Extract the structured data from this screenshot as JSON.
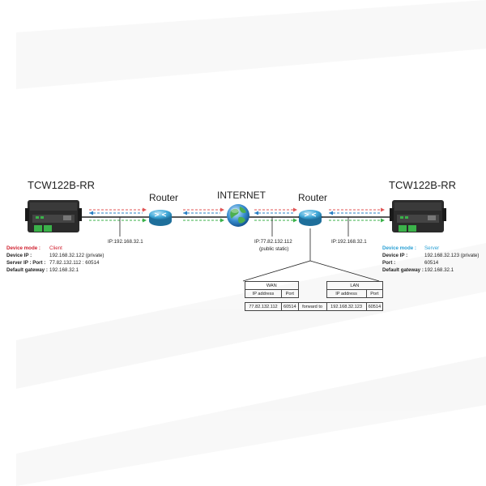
{
  "left_device": {
    "name": "TCW122B-RR",
    "mode_label": "Device mode :",
    "mode_value": "Client",
    "ip_label": "Device IP :",
    "ip_value": "192.168.32.122 (private)",
    "server_label": "Server IP : Port :",
    "server_value": "77.82.132.112 : 60514",
    "gateway_label": "Default gateway :",
    "gateway_value": "192.168.32.1"
  },
  "right_device": {
    "name": "TCW122B-RR",
    "mode_label": "Device mode :",
    "mode_value": "Server",
    "ip_label": "Device IP :",
    "ip_value": "192.168.32.123 (private)",
    "port_label": "Port :",
    "port_value": "60514",
    "gateway_label": "Default gateway :",
    "gateway_value": "192.168.32.1"
  },
  "left_router": {
    "name": "Router",
    "ip": "IP:192.168.32.1"
  },
  "internet": {
    "label": "INTERNET"
  },
  "right_router": {
    "name": "Router",
    "public_ip": "IP:77.82.132.112",
    "public_note": "(public static)",
    "lan_ip": "IP:192.168.32.1"
  },
  "forward_table": {
    "wan_header": "WAN",
    "lan_header": "LAN",
    "col_ip": "IP address",
    "col_port": "Port",
    "wan_ip": "77.82.132.112",
    "wan_port": "60514",
    "forward_label": "forward to",
    "lan_ip": "192.168.32.123",
    "lan_port": "60514"
  },
  "colors": {
    "client": "#d0202f",
    "server": "#2aa0d4",
    "router": "#3fa8d8",
    "arrow_red": "#e05555",
    "arrow_blue": "#2a7fc4",
    "arrow_green": "#3bb24a"
  },
  "icons": [
    "device-icon",
    "router-icon",
    "globe-icon"
  ]
}
